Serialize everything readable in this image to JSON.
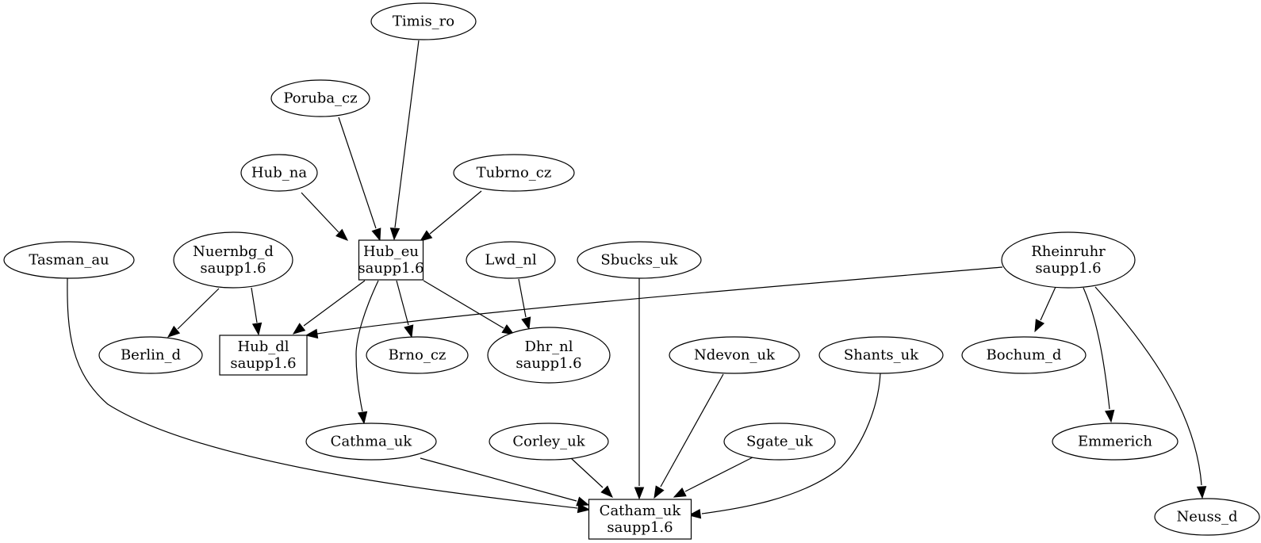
{
  "diagram": {
    "type": "directed-graph",
    "nodes": [
      {
        "id": "timis_ro",
        "shape": "ellipse",
        "lines": [
          "Timis_ro"
        ]
      },
      {
        "id": "poruba_cz",
        "shape": "ellipse",
        "lines": [
          "Poruba_cz"
        ]
      },
      {
        "id": "hub_na",
        "shape": "ellipse",
        "lines": [
          "Hub_na"
        ]
      },
      {
        "id": "tubrno_cz",
        "shape": "ellipse",
        "lines": [
          "Tubrno_cz"
        ]
      },
      {
        "id": "tasman_au",
        "shape": "ellipse",
        "lines": [
          "Tasman_au"
        ]
      },
      {
        "id": "nuernbg_d",
        "shape": "ellipse",
        "lines": [
          "Nuernbg_d",
          "saupp1.6"
        ]
      },
      {
        "id": "hub_eu",
        "shape": "box",
        "lines": [
          "Hub_eu",
          "saupp1.6"
        ]
      },
      {
        "id": "lwd_nl",
        "shape": "ellipse",
        "lines": [
          "Lwd_nl"
        ]
      },
      {
        "id": "sbucks_uk",
        "shape": "ellipse",
        "lines": [
          "Sbucks_uk"
        ]
      },
      {
        "id": "rheinruhr",
        "shape": "ellipse",
        "lines": [
          "Rheinruhr",
          "saupp1.6"
        ]
      },
      {
        "id": "berlin_d",
        "shape": "ellipse",
        "lines": [
          "Berlin_d"
        ]
      },
      {
        "id": "hub_dl",
        "shape": "box",
        "lines": [
          "Hub_dl",
          "saupp1.6"
        ]
      },
      {
        "id": "brno_cz",
        "shape": "ellipse",
        "lines": [
          "Brno_cz"
        ]
      },
      {
        "id": "dhr_nl",
        "shape": "ellipse",
        "lines": [
          "Dhr_nl",
          "saupp1.6"
        ]
      },
      {
        "id": "ndevon_uk",
        "shape": "ellipse",
        "lines": [
          "Ndevon_uk"
        ]
      },
      {
        "id": "shants_uk",
        "shape": "ellipse",
        "lines": [
          "Shants_uk"
        ]
      },
      {
        "id": "bochum_d",
        "shape": "ellipse",
        "lines": [
          "Bochum_d"
        ]
      },
      {
        "id": "cathma_uk",
        "shape": "ellipse",
        "lines": [
          "Cathma_uk"
        ]
      },
      {
        "id": "corley_uk",
        "shape": "ellipse",
        "lines": [
          "Corley_uk"
        ]
      },
      {
        "id": "sgate_uk",
        "shape": "ellipse",
        "lines": [
          "Sgate_uk"
        ]
      },
      {
        "id": "emmerich",
        "shape": "ellipse",
        "lines": [
          "Emmerich"
        ]
      },
      {
        "id": "catham_uk",
        "shape": "box",
        "lines": [
          "Catham_uk",
          "saupp1.6"
        ]
      },
      {
        "id": "neuss_d",
        "shape": "ellipse",
        "lines": [
          "Neuss_d"
        ]
      }
    ],
    "edges": [
      {
        "from": "timis_ro",
        "to": "hub_eu"
      },
      {
        "from": "poruba_cz",
        "to": "hub_eu"
      },
      {
        "from": "hub_na",
        "to": "hub_eu"
      },
      {
        "from": "tubrno_cz",
        "to": "hub_eu"
      },
      {
        "from": "nuernbg_d",
        "to": "berlin_d"
      },
      {
        "from": "nuernbg_d",
        "to": "hub_dl"
      },
      {
        "from": "hub_eu",
        "to": "hub_dl"
      },
      {
        "from": "hub_eu",
        "to": "brno_cz"
      },
      {
        "from": "hub_eu",
        "to": "dhr_nl"
      },
      {
        "from": "hub_eu",
        "to": "cathma_uk"
      },
      {
        "from": "lwd_nl",
        "to": "dhr_nl"
      },
      {
        "from": "rheinruhr",
        "to": "hub_dl"
      },
      {
        "from": "rheinruhr",
        "to": "bochum_d"
      },
      {
        "from": "rheinruhr",
        "to": "emmerich"
      },
      {
        "from": "rheinruhr",
        "to": "neuss_d"
      },
      {
        "from": "tasman_au",
        "to": "catham_uk"
      },
      {
        "from": "cathma_uk",
        "to": "catham_uk"
      },
      {
        "from": "corley_uk",
        "to": "catham_uk"
      },
      {
        "from": "sbucks_uk",
        "to": "catham_uk"
      },
      {
        "from": "ndevon_uk",
        "to": "catham_uk"
      },
      {
        "from": "sgate_uk",
        "to": "catham_uk"
      },
      {
        "from": "shants_uk",
        "to": "catham_uk"
      }
    ]
  }
}
